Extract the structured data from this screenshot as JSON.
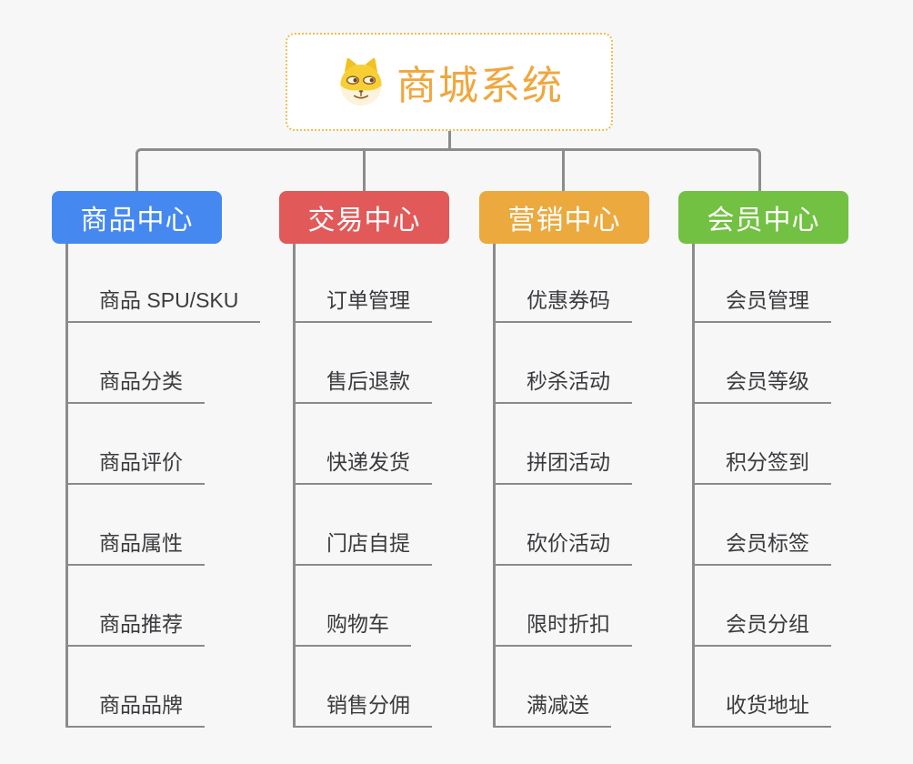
{
  "root": {
    "title": "商城系统",
    "icon": "doge-icon"
  },
  "branches": [
    {
      "label": "商品中心",
      "color": "#4589f0",
      "items": [
        "商品 SPU/SKU",
        "商品分类",
        "商品评价",
        "商品属性",
        "商品推荐",
        "商品品牌"
      ]
    },
    {
      "label": "交易中心",
      "color": "#e25959",
      "items": [
        "订单管理",
        "售后退款",
        "快递发货",
        "门店自提",
        "购物车",
        "销售分佣"
      ]
    },
    {
      "label": "营销中心",
      "color": "#eba93e",
      "items": [
        "优惠券码",
        "秒杀活动",
        "拼团活动",
        "砍价活动",
        "限时折扣",
        "满减送"
      ]
    },
    {
      "label": "会员中心",
      "color": "#72c142",
      "items": [
        "会员管理",
        "会员等级",
        "积分签到",
        "会员标签",
        "会员分组",
        "收货地址"
      ]
    }
  ],
  "colors": {
    "bg": "#f7f7f7",
    "connector": "#8c8c8c",
    "underline": "#8a8a8a",
    "root-border": "#f5bc4e",
    "root-text": "#efa73e",
    "item-text": "#3b3b3f"
  }
}
